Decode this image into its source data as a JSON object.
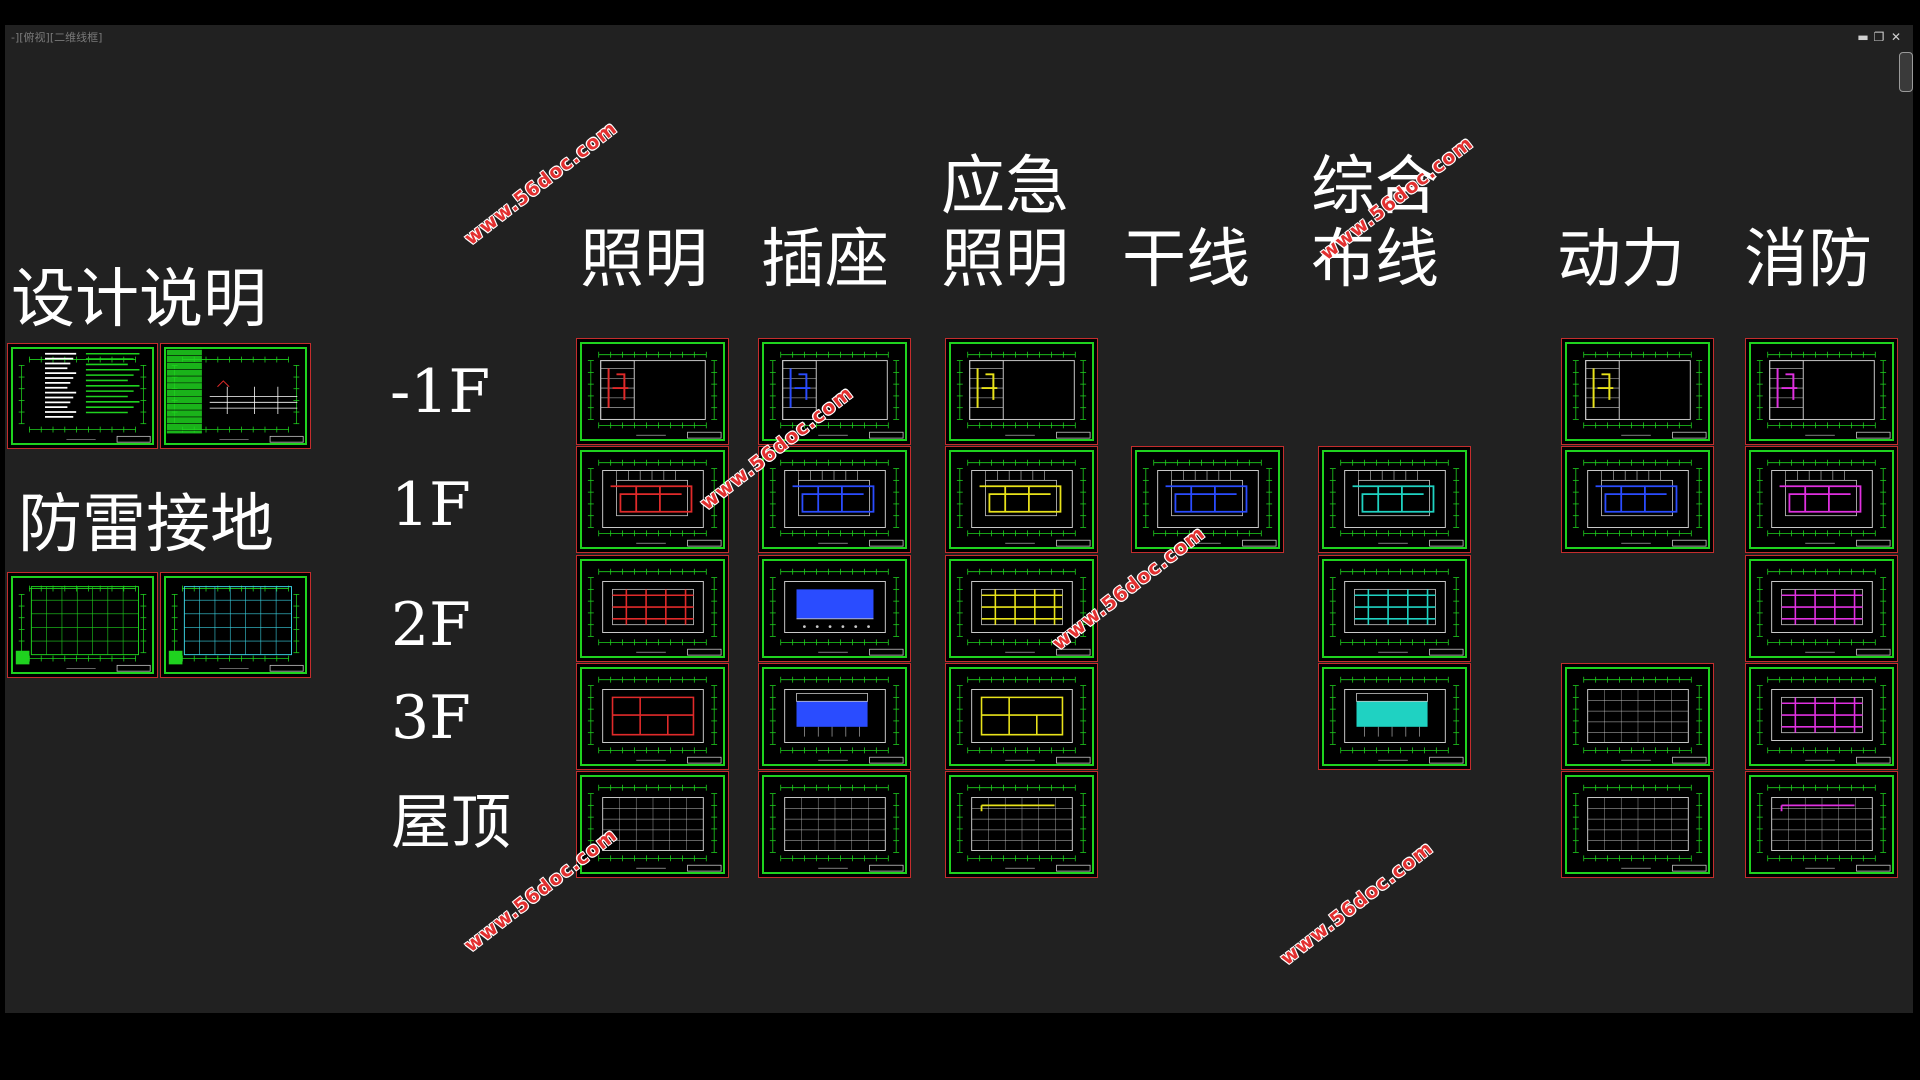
{
  "window": {
    "title": "-][俯视][二维线框]",
    "controls": [
      {
        "name": "minimize-button",
        "glyph": "▬"
      },
      {
        "name": "restore-button",
        "glyph": "❐"
      },
      {
        "name": "close-button",
        "glyph": "✕"
      }
    ]
  },
  "labels": {
    "design_notes": "设计说明",
    "lightning_grounding": "防雷接地",
    "col_lighting": "照明",
    "col_socket": "插座",
    "col_emergency_1": "应急",
    "col_emergency_2": "照明",
    "col_trunk": "干线",
    "col_generic_1": "综合",
    "col_generic_2": "布线",
    "col_power": "动力",
    "col_fire": "消防"
  },
  "rows": {
    "b1": "-1F",
    "f1": "1F",
    "f2": "2F",
    "f3": "3F",
    "roof": "屋顶"
  },
  "watermark_text": "www.56doc.com",
  "colors": {
    "background": "#212121",
    "frame_outer": "#c42d2d",
    "frame_inner": "#1fd21f",
    "lighting": "#e02a2a",
    "socket": "#2a4cff",
    "emergency": "#e8e21a",
    "trunk": "#2a4cff",
    "generic": "#1fd2c2",
    "power_b1": "#e8e21a",
    "power": "#2a4cff",
    "fire": "#e030e0",
    "plan_base": "#c8c8c8"
  }
}
